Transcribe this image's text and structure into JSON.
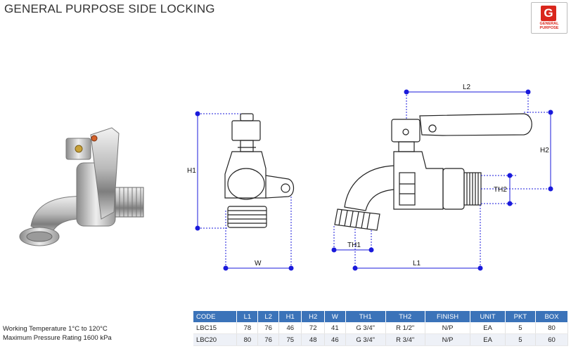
{
  "header": {
    "title": "GENERAL PURPOSE SIDE LOCKING"
  },
  "logo": {
    "letter": "G",
    "caption_line1": "GENERAL",
    "caption_line2": "PURPOSE",
    "color": "#d9261c"
  },
  "dimension_labels": {
    "h1": "H1",
    "w": "W",
    "l2": "L2",
    "h2": "H2",
    "th2": "TH2",
    "th1": "TH1",
    "l1": "L1"
  },
  "specs": {
    "working_temperature": "Working Temperature  1°C to 120°C",
    "max_pressure": "Maximum Pressure Rating  1600 kPa"
  },
  "table": {
    "header_color": "#3b73b9",
    "headers": [
      "CODE",
      "L1",
      "L2",
      "H1",
      "H2",
      "W",
      "TH1",
      "TH2",
      "FINISH",
      "UNIT",
      "PKT",
      "BOX"
    ],
    "rows": [
      [
        "LBC15",
        "78",
        "76",
        "46",
        "72",
        "41",
        "G 3/4\"",
        "R 1/2\"",
        "N/P",
        "EA",
        "5",
        "80"
      ],
      [
        "LBC20",
        "80",
        "76",
        "75",
        "48",
        "46",
        "G 3/4\"",
        "R 3/4\"",
        "N/P",
        "EA",
        "5",
        "60"
      ]
    ]
  },
  "colors": {
    "dimension_line": "#1a1adb",
    "outline": "#222222"
  }
}
